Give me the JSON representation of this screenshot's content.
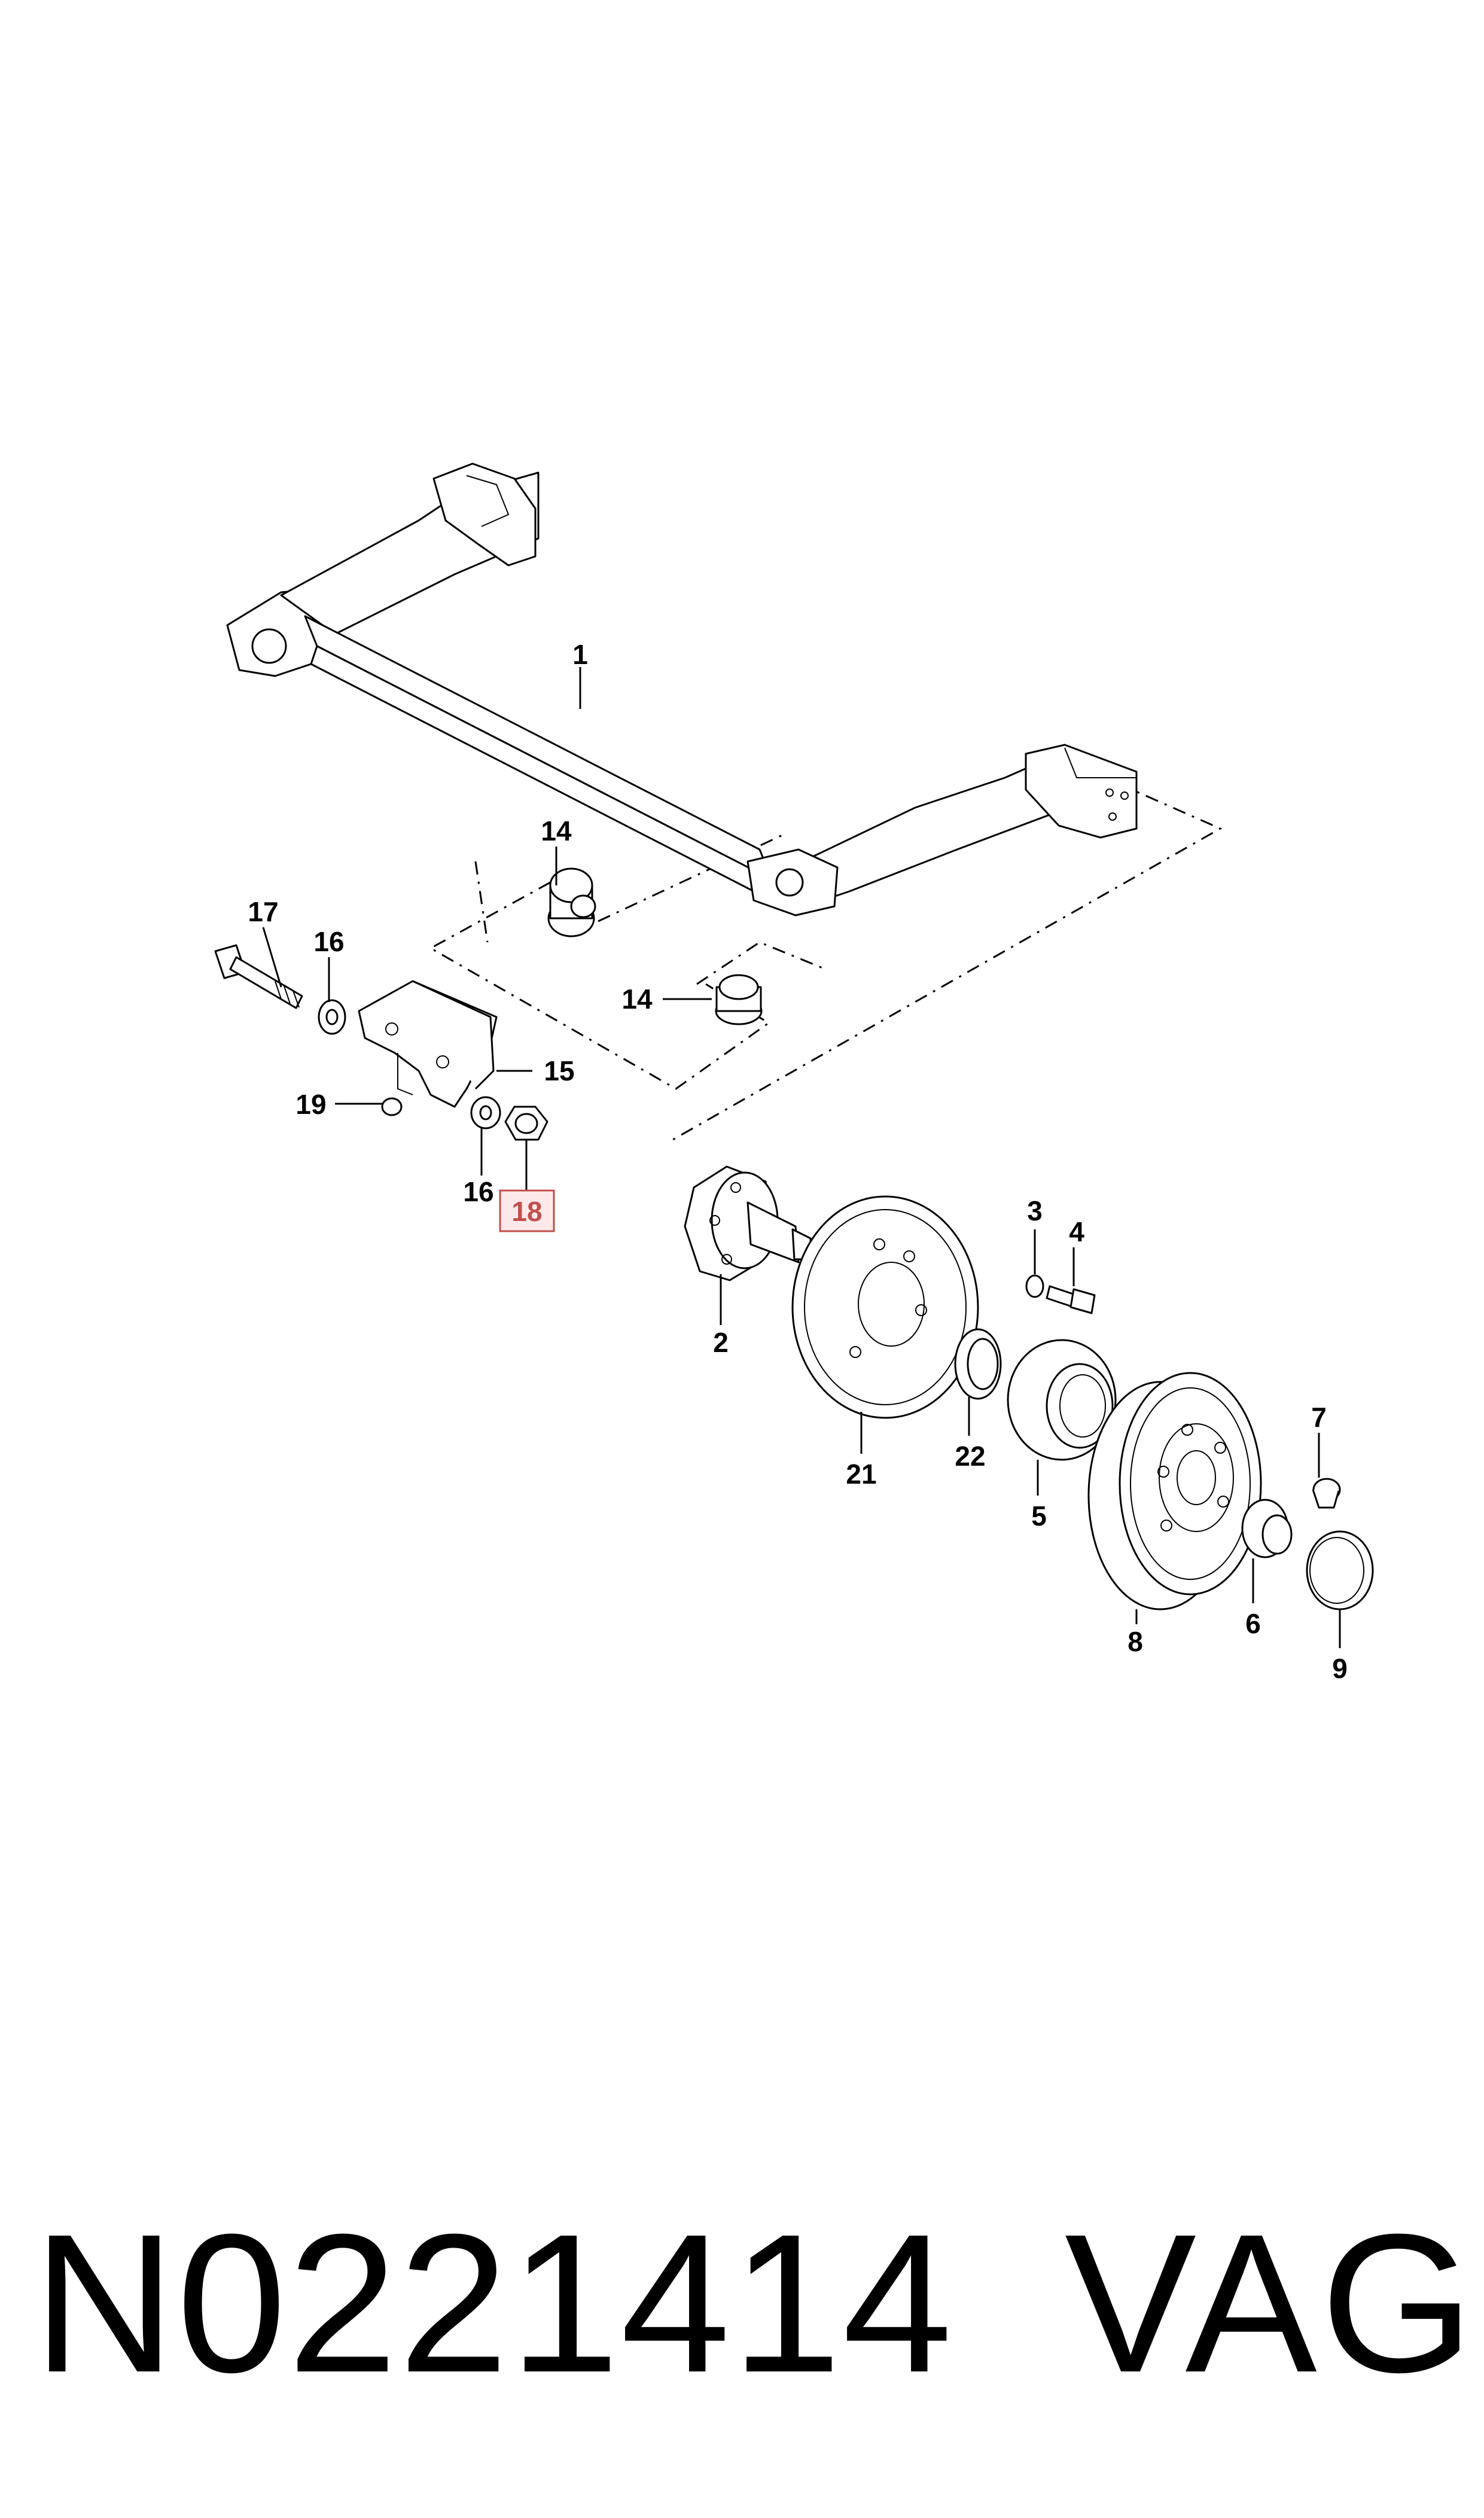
{
  "diagram": {
    "highlight_color": "#c0504d",
    "highlight_fill": "#fde9e9",
    "callouts": {
      "c1": "1",
      "c2": "2",
      "c3": "3",
      "c4": "4",
      "c5": "5",
      "c6": "6",
      "c7": "7",
      "c8": "8",
      "c9": "9",
      "c14a": "14",
      "c14b": "14",
      "c15": "15",
      "c16a": "16",
      "c16b": "16",
      "c17": "17",
      "c18": "18",
      "c19": "19",
      "c21": "21",
      "c22": "22"
    }
  },
  "caption": {
    "part_number": "N0221414",
    "brand": "VAG"
  }
}
